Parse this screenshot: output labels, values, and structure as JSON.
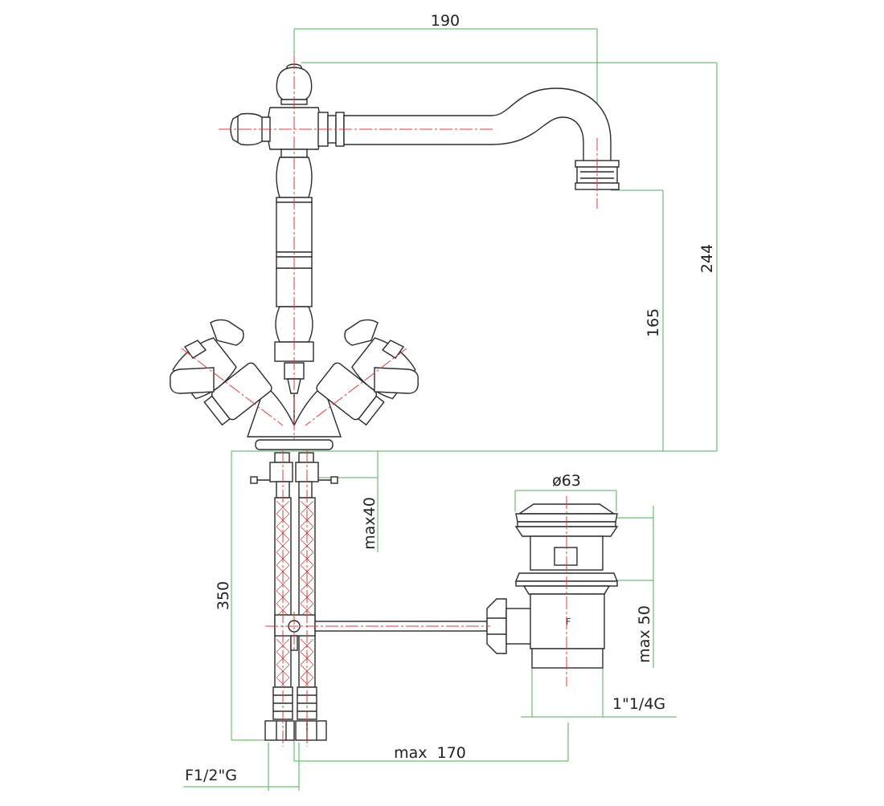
{
  "colors": {
    "outline": "#2a2a2a",
    "centerline": "#e23a3a",
    "dimension": "#4caf50",
    "hose_braid": "#c24a4a"
  },
  "dimensions": {
    "spout_reach": "190",
    "total_height": "244",
    "spout_height": "165",
    "deck_thickness_max": "max40",
    "hose_length": "350",
    "drain_diameter": "ø63",
    "drain_height_max": "max 50",
    "drain_thread": "1\"1/4G",
    "drain_offset_max": "max  170",
    "inlet_thread": "F1/2\"G"
  },
  "labels": {
    "drain_mark": "F"
  }
}
